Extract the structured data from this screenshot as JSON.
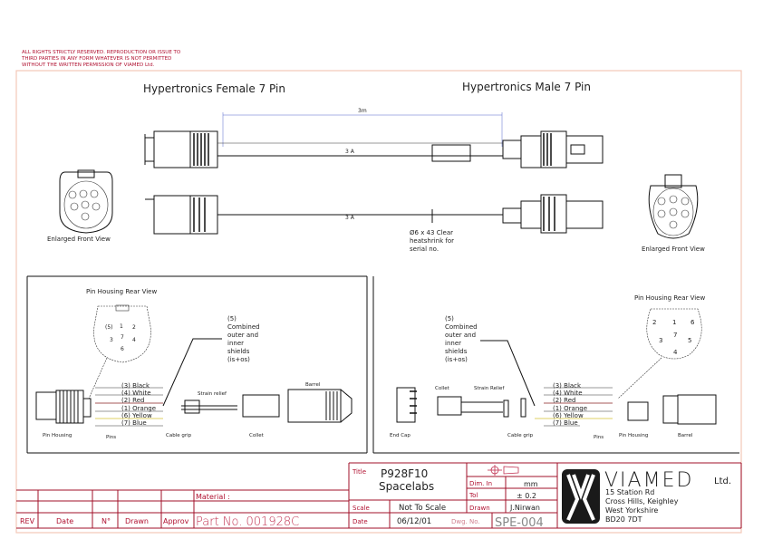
{
  "notice": [
    "ALL RIGHTS STRICTLY RESERVED. REPRODUCTION OR ISSUE TO",
    "THIRD PARTIES IN ANY FORM WHATEVER IS NOT PERMITTED",
    "WITHOUT THE WRITTEN PERMISSION OF VIAMED Ltd."
  ],
  "top": {
    "left_title": "Hypertronics Female 7 Pin",
    "right_title": "Hypertronics Male 7 Pin",
    "dimension": "3m",
    "cable_mark": "3 A",
    "heatshrink_note": [
      "Ø6 x 43 Clear",
      "heatshrink for",
      "serial no."
    ],
    "left_view_label": "Enlarged Front View",
    "right_view_label": "Enlarged Front View"
  },
  "left_detail": {
    "title": "Pin Housing Rear View",
    "pins": [
      "(5)",
      "1",
      "2",
      "3",
      "4",
      "6",
      "7"
    ],
    "shield_note": [
      "(5)",
      "Combined",
      "outer and",
      "inner",
      "shields",
      "(is+os)"
    ],
    "wires": [
      "(3) Black",
      "(4) White",
      "(2) Red",
      "(1) Orange",
      "(6) Yellow",
      "(7) Blue"
    ],
    "labels": {
      "pin_housing": "Pin Housing",
      "pins": "Pins",
      "cable_grip": "Cable grip",
      "strain_relief": "Strain relief",
      "collet": "Collet",
      "barrel": "Barrel"
    }
  },
  "right_detail": {
    "title": "Pin Housing Rear View",
    "pins": [
      "2",
      "1",
      "6",
      "3",
      "7",
      "5",
      "4"
    ],
    "shield_note": [
      "(5)",
      "Combined",
      "outer and",
      "inner",
      "shields",
      "(is+os)"
    ],
    "wires": [
      "(3) Black",
      "(4) White",
      "(2) Red",
      "(1) Orange",
      "(6) Yellow",
      "(7) Blue"
    ],
    "labels": {
      "end_cap": "End Cap",
      "collet": "Collet",
      "strain_relief": "Strain Relief",
      "cable_grip": "Cable grip",
      "pins": "Pins",
      "pin_housing": "Pin Housing",
      "barrel": "Barrel"
    }
  },
  "revision_table": {
    "headers": [
      "REV",
      "Date",
      "N°",
      "Drawn",
      "Approv"
    ],
    "material_label": "Material :",
    "part_no": "Part No. 001928C"
  },
  "title_block": {
    "title_label": "Title",
    "title": [
      "P928F10",
      "Spacelabs"
    ],
    "dim_in_label": "Dim. In",
    "dim_in": "mm",
    "tol_label": "Tol",
    "tol": "± 0.2",
    "scale_label": "Scale",
    "scale": "Not To Scale",
    "drawn_label": "Drawn",
    "drawn": "J.Nirwan",
    "date_label": "Date",
    "date": "06/12/01",
    "dwg_label": "Dwg. No.",
    "dwg": "SPE-004"
  },
  "company": {
    "name": "VIAMED",
    "suffix": "Ltd.",
    "address": [
      "15 Station Rd",
      "Cross Hills, Keighley",
      "West Yorkshire",
      "BD20 7DT"
    ]
  },
  "colors": {
    "frame": "#a01028",
    "notice": "#b01030",
    "border": "#f3c8b8"
  }
}
